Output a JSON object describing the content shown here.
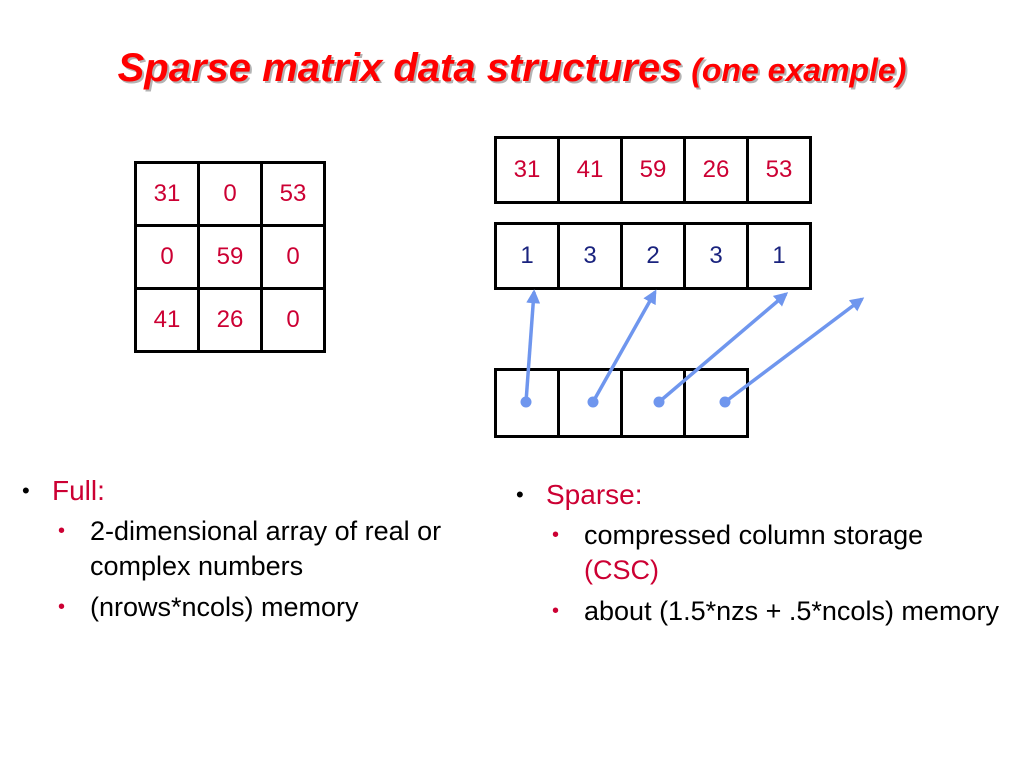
{
  "title": {
    "main": "Sparse matrix data structures",
    "sub": "(one example)"
  },
  "full_matrix": [
    [
      "31",
      "0",
      "53"
    ],
    [
      "0",
      "59",
      "0"
    ],
    [
      "41",
      "26",
      "0"
    ]
  ],
  "values_array": [
    "31",
    "41",
    "59",
    "26",
    "53"
  ],
  "row_index_array": [
    "1",
    "3",
    "2",
    "3",
    "1"
  ],
  "colptr_cells": 4,
  "colors": {
    "title": "#ff0000",
    "red_text": "#cc0033",
    "blue_text": "#1a237e",
    "arrow": "#6f96ee"
  },
  "left_list": {
    "heading": "Full:",
    "items": [
      "2-dimensional array of real or complex numbers",
      "(nrows*ncols) memory"
    ]
  },
  "right_list": {
    "heading": "Sparse:",
    "items": [
      {
        "text": "compressed column storage ",
        "highlight": "(CSC)"
      },
      {
        "text": "about (1.5*nzs + .5*ncols) memory",
        "highlight": ""
      }
    ]
  }
}
